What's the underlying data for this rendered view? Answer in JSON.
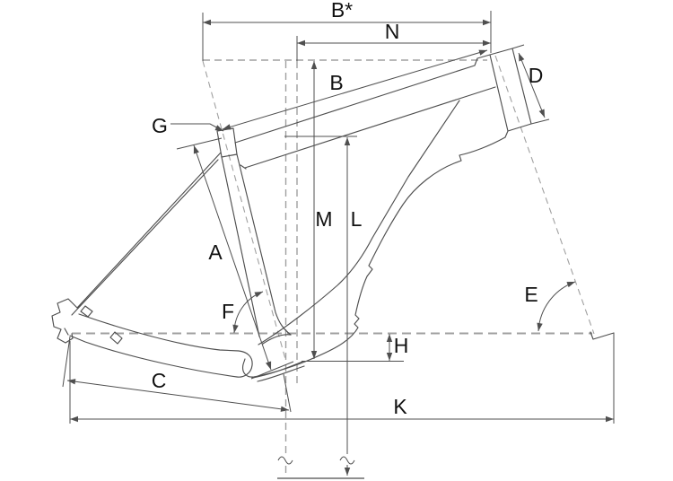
{
  "diagram_type": "bicycle-frame-geometry",
  "labels": {
    "a": "A",
    "b": "B",
    "b_star": "B*",
    "c": "C",
    "d": "D",
    "e": "E",
    "f": "F",
    "g": "G",
    "h": "H",
    "k": "K",
    "l": "L",
    "m": "M",
    "n": "N"
  },
  "colors": {
    "bg": "#ffffff",
    "line": "#4f4f4f",
    "dash": "#a0a0a0",
    "ground": "#8f8f8f",
    "text": "#111111"
  }
}
